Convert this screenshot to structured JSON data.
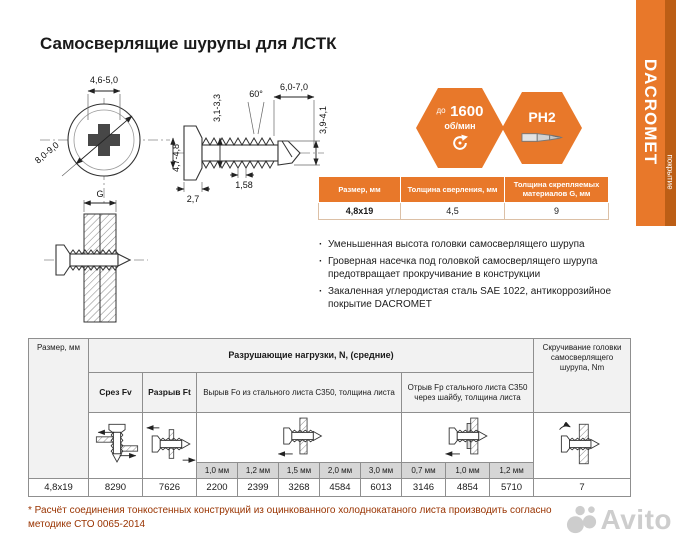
{
  "page": {
    "title": "Самосверлящие шурупы для ЛСТК"
  },
  "colors": {
    "accent_orange": "#E8782A",
    "band_dark_orange": "#BC5E15",
    "footnote_text": "#993300",
    "table_header_gray": "#f2f2f2",
    "table_thickness_gray": "#d6d6d6",
    "watermark_gray": "#cdcdcd"
  },
  "band": {
    "label": "DACROMET",
    "sublabel": "покрытие"
  },
  "badges": {
    "rpm": {
      "prefix": "до",
      "value": "1600",
      "unit": "об/мин",
      "icon": "rotation-arrow-icon"
    },
    "bit": {
      "label": "PH2",
      "icon": "phillips-bit-icon"
    }
  },
  "drawing": {
    "dim_recess": "4,6-5,0",
    "dim_angle": "60°",
    "dim_drill_length": "6,0-7,0",
    "dim_tip_dia": "3,1-3,3",
    "dim_drill_dia": "3,9-4,1",
    "dim_head_dia": "8,0-9,0",
    "dim_head_height": "2,7",
    "dim_pitch": "1,58",
    "dim_thread_dia": "4,7-4,8",
    "dim_grip": "G"
  },
  "spec_table": {
    "headers": [
      "Размер, мм",
      "Толщина сверления, мм",
      "Толщина скрепляемых материалов G, мм"
    ],
    "row": [
      "4,8x19",
      "4,5",
      "9"
    ]
  },
  "features": [
    "Уменьшенная высота головки самосверлящего шурупа",
    "Гроверная насечка под головкой самосверлящего шурупа предотвращает прокручивание в конструкции",
    "Закаленная углеродистая сталь SAE 1022, антикоррозийное покрытие DACROMET"
  ],
  "load_table": {
    "size_header": "Размер, мм",
    "loads_header": "Разрушающие нагрузки, N, (средние)",
    "torque_header": "Скручивание головки самосверлящего шурупа, Nm",
    "shear_header": "Срез Fv",
    "tension_header": "Разрыв Ft",
    "pullout_header": "Вырыв Fo из стального листа С350, толщина листа",
    "pullover_header": "Отрыв Fp стального листа С350 через шайбу, толщина листа",
    "pullout_thickness": [
      "1,0 мм",
      "1,2 мм",
      "1,5 мм",
      "2,0 мм",
      "3,0 мм"
    ],
    "pullover_thickness": [
      "0,7 мм",
      "1,0 мм",
      "1,2 мм"
    ],
    "row": {
      "size": "4,8x19",
      "shear": "8290",
      "tension": "7626",
      "pullout": [
        "2200",
        "2399",
        "3268",
        "4584",
        "6013"
      ],
      "pullover": [
        "3146",
        "4854",
        "5710"
      ],
      "torque": "7"
    },
    "icons": [
      "shear-force-icon",
      "tension-force-icon",
      "pullout-force-icon",
      "pullover-force-icon",
      "torque-icon"
    ]
  },
  "footnote": "* Расчёт соединения тонкостенных конструкций из оцинкованного холоднокатаного листа производить согласно методике СТО 0065-2014",
  "watermark": {
    "label": "Avito",
    "icon": "avito-logo-icon"
  }
}
